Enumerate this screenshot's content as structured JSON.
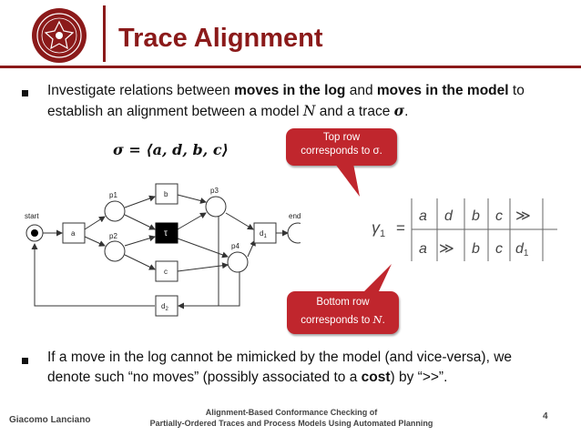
{
  "slide": {
    "title": "Trace Alignment",
    "page_number": "4"
  },
  "bullet1": {
    "t1": "Investigate relations between ",
    "b1": "moves in the log",
    "t2": " and ",
    "b2": "moves in the model",
    "t3": " to establish an alignment between a model ",
    "m1": "N",
    "t4": " and a trace ",
    "m2": "σ",
    "t5": "."
  },
  "formula": "σ = ⟨a, d, b, c⟩",
  "callout_top": {
    "line1": "Top row",
    "line2": "corresponds to σ."
  },
  "callout_bottom": {
    "line1": "Bottom row",
    "line2": "corresponds to ",
    "math": "N",
    "end": "."
  },
  "petri": {
    "start_label": "start",
    "end_label": "end",
    "places": [
      "p1",
      "p2",
      "p3",
      "p4"
    ],
    "transitions": {
      "a": "a",
      "b": "b",
      "tau": "τ",
      "c": "c",
      "d1": "d",
      "d1_sub": "1",
      "d2": "d",
      "d2_sub": "2"
    }
  },
  "alignment": {
    "name": "γ",
    "name_sub": "1",
    "eq": "=",
    "top": [
      "a",
      "d",
      "b",
      "c",
      "≫"
    ],
    "bottom": [
      "a",
      "≫",
      "b",
      "c",
      "d"
    ],
    "bottom_last_sub": "1"
  },
  "bullet2": {
    "t1": "If a move in the log cannot be mimicked by the model (and vice-versa), we denote such “no moves” (possibly associated to a ",
    "b1": "cost",
    "t2": ") by “>>”."
  },
  "footer": {
    "author": "Giacomo Lanciano",
    "talk_line1": "Alignment-Based Conformance Checking of",
    "talk_line2": "Partially-Ordered Traces and Process Models Using Automated Planning"
  },
  "colors": {
    "accent": "#8b1a1a",
    "callout": "#c0262d"
  }
}
